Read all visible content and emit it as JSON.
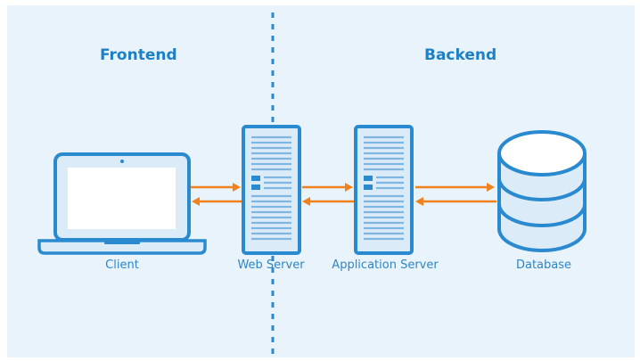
{
  "headings": {
    "frontend": "Frontend",
    "backend": "Backend"
  },
  "nodes": {
    "client": "Client",
    "web_server": "Web Server",
    "application_server": "Application Server",
    "database": "Database"
  },
  "colors": {
    "background": "#e9f3fb",
    "primary_blue": "#2a8ad0",
    "dark_blue": "#1f7fc4",
    "light_fill": "#dcebf8",
    "arrow_orange": "#f0821e"
  },
  "icons": [
    "laptop-icon",
    "server-icon",
    "server-icon",
    "database-icon"
  ]
}
